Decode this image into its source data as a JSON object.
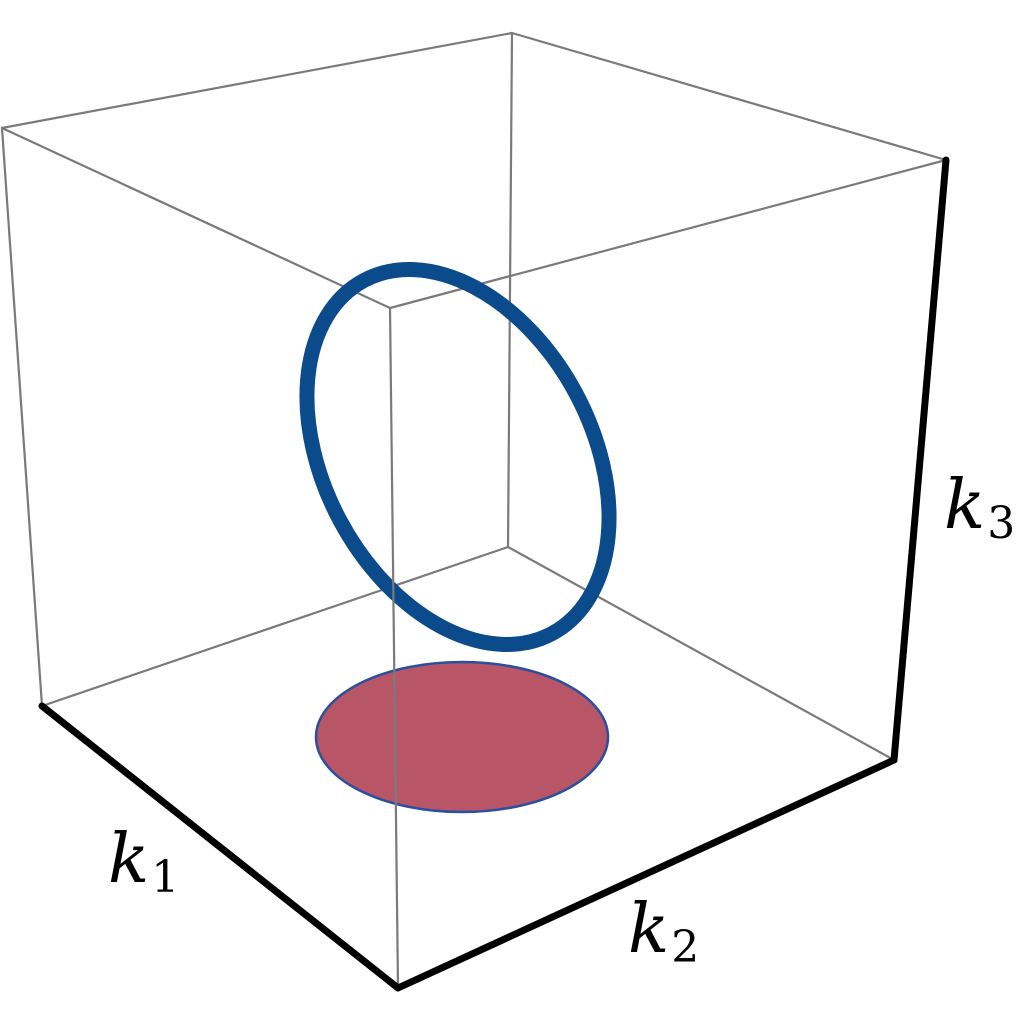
{
  "axes": {
    "k1": {
      "symbol": "k",
      "subscript": "1"
    },
    "k2": {
      "symbol": "k",
      "subscript": "2"
    },
    "k3": {
      "symbol": "k",
      "subscript": "3"
    }
  },
  "colors": {
    "box_edge": "#7a7a7a",
    "axis_edge": "#000000",
    "ring_stroke": "#0b4a8b",
    "disk_fill": "#b85566",
    "disk_stroke": "#2a4f9e"
  }
}
